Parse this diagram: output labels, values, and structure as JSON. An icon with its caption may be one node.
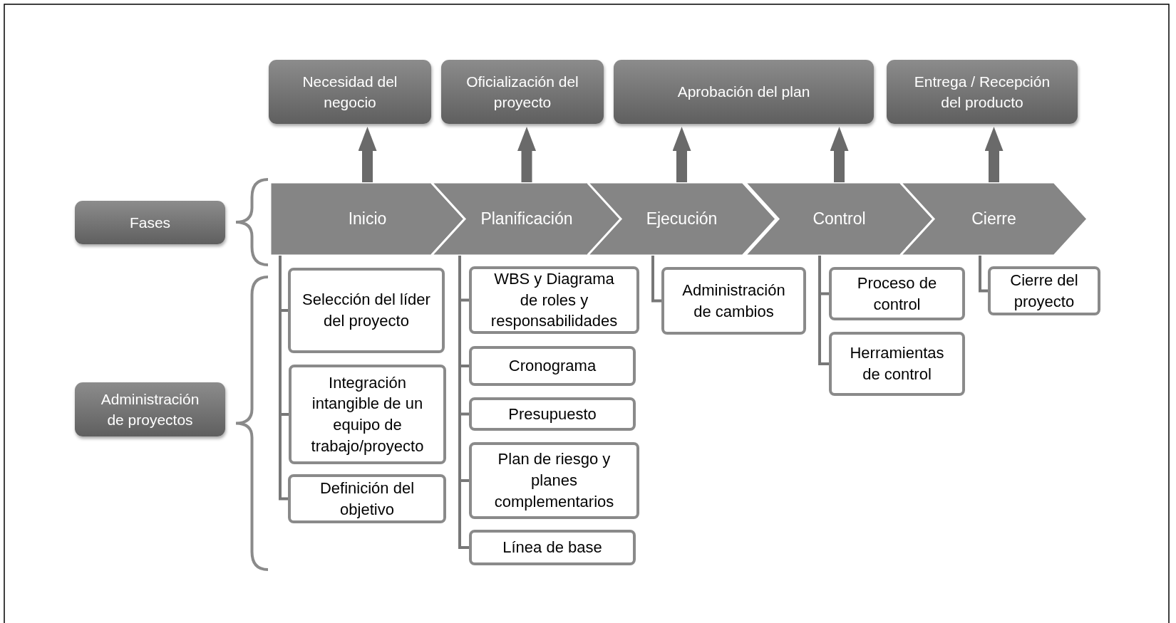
{
  "diagram": {
    "nodes": [
      {
        "text": [
          "Fases"
        ]
      },
      {
        "text": [
          "Administración de proyectos"
        ]
      },
      {
        "text": [
          "Necesidad del negocio"
        ]
      },
      {
        "text": [
          "Oficialización del proyecto"
        ]
      },
      {
        "text": [
          "Aprobación del plan"
        ]
      },
      {
        "text": [
          "Entrega / Recepción del producto"
        ]
      },
      {
        "text": [
          "Inicio"
        ]
      },
      {
        "text": [
          "Planificación"
        ]
      },
      {
        "text": [
          "Ejecución"
        ]
      },
      {
        "text": [
          "Control"
        ]
      },
      {
        "text": [
          "Cierre"
        ]
      },
      {
        "text": [
          "Selección del líder del proyecto"
        ]
      },
      {
        "text": [
          "Integración intangible de un equipo de trabajo/proyecto"
        ]
      },
      {
        "text": [
          "Definición del objetivo"
        ]
      },
      {
        "text": [
          "WBS y Diagrama de roles y responsabilidades"
        ]
      },
      {
        "text": [
          "Cronograma"
        ]
      },
      {
        "text": [
          "Presupuesto"
        ]
      },
      {
        "text": [
          "Plan de riesgo y planes complementarios"
        ]
      },
      {
        "text": [
          "Línea de base"
        ]
      },
      {
        "text": [
          "Administración de cambios"
        ]
      },
      {
        "text": [
          "Proceso de control"
        ]
      },
      {
        "text": [
          "Herramientas de control"
        ]
      },
      {
        "text": [
          "Cierre del proyecto"
        ]
      }
    ],
    "edges": [
      {
        "from": 6,
        "to": 2,
        "arrow": "to",
        "style": "thick"
      },
      {
        "from": 7,
        "to": 3,
        "arrow": "to",
        "style": "thick"
      },
      {
        "from": 8,
        "to": 4,
        "arrow": "to",
        "style": "thick"
      },
      {
        "from": 9,
        "to": 4,
        "arrow": "to",
        "style": "thick"
      },
      {
        "from": 10,
        "to": 5,
        "arrow": "to",
        "style": "thick"
      },
      {
        "from": 6,
        "to": 11,
        "arrow": "none"
      },
      {
        "from": 6,
        "to": 12,
        "arrow": "none"
      },
      {
        "from": 6,
        "to": 13,
        "arrow": "none"
      },
      {
        "from": 7,
        "to": 14,
        "arrow": "none"
      },
      {
        "from": 7,
        "to": 15,
        "arrow": "none"
      },
      {
        "from": 7,
        "to": 16,
        "arrow": "none"
      },
      {
        "from": 7,
        "to": 17,
        "arrow": "none"
      },
      {
        "from": 7,
        "to": 18,
        "arrow": "none"
      },
      {
        "from": 8,
        "to": 19,
        "arrow": "none"
      },
      {
        "from": 9,
        "to": 20,
        "arrow": "none"
      },
      {
        "from": 9,
        "to": 21,
        "arrow": "none"
      },
      {
        "from": 10,
        "to": 22,
        "arrow": "none"
      }
    ]
  }
}
